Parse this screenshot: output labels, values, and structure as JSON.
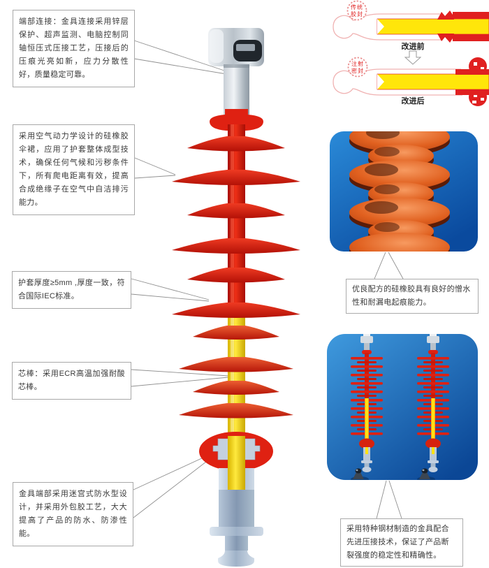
{
  "callouts": {
    "end_connection": "端部连接：金具连接采用锌层保护、超声监测、电脑控制同轴恒压式压接工艺，压接后的压痕光亮如新，应力分散性好，质量稳定可靠。",
    "shed_design": "采用空气动力学设计的硅橡胶伞裙，应用了护套整体成型技术，确保任何气候和污秽条件下，所有爬电距离有效，提高合成绝缘子在空气中自洁排污能力。",
    "sheath_thickness": "护套厚度≥5mm ,厚度一致，符合国际IEC标准。",
    "core_rod": "芯棒：采用ECR高温加强耐酸芯棒。",
    "end_seal": "金具端部采用迷宫式防水型设计，并采用外包胶工艺，大大提高了产品的防水、防渗性能。"
  },
  "seal_comparison": {
    "before_badge_line1": "传统",
    "before_badge_line2": "胶封",
    "before_label": "改进前",
    "after_badge_line1": "注射",
    "after_badge_line2": "密封",
    "after_label": "改进后"
  },
  "photo_captions": {
    "silicone": "优良配方的硅橡胶具有良好的憎水性和耐漏电起痕能力。",
    "fittings": "采用特种钢材制造的金具配合先进压接技术，保证了产品断裂强度的稳定性和精确性。"
  },
  "colors": {
    "shed_red": "#df2112",
    "seal_red": "#e02020",
    "core_yellow": "#ffe212",
    "metal_gray": "#c3ccd4",
    "fitting_blue_gray": "#b9c8da",
    "photo_blue_top": "#2f8fd8",
    "photo_blue_bottom": "#0b4796",
    "silicone_orange": "#e4692e",
    "outline_pink": "#f0b2b2",
    "badge_text_red": "#e02020"
  }
}
